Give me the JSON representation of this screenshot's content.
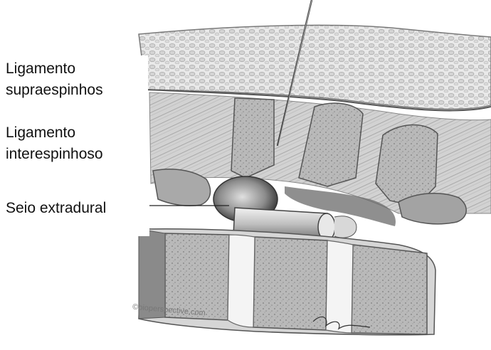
{
  "labels": {
    "supraspinous": [
      "Ligamento",
      "supraespinhos"
    ],
    "interspinous": [
      "Ligamento",
      "interespinhoso"
    ],
    "extradural": "Seio extradural"
  },
  "copyright": "©bioperspective.com"
}
